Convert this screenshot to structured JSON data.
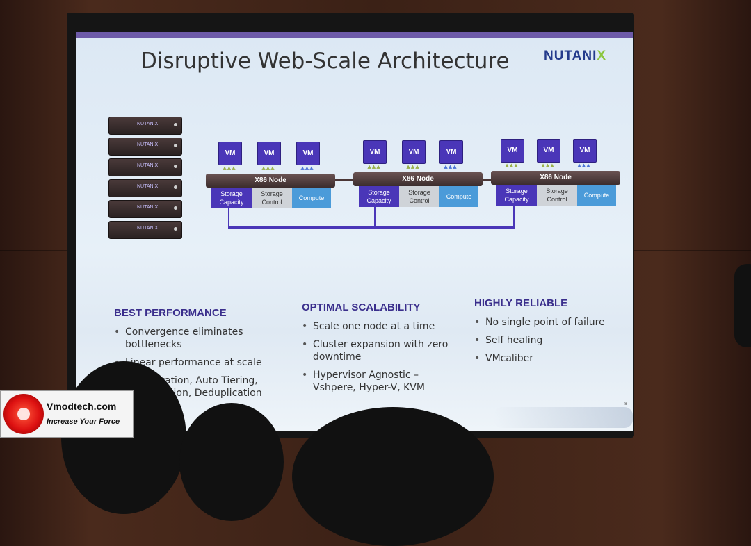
{
  "slide": {
    "title": "Disruptive Web-Scale Architecture",
    "logo": "NUTANI",
    "logo_x": "X",
    "server_brand": "NUTANIX",
    "page_number": "8"
  },
  "nodes": [
    {
      "vms": [
        "VM",
        "VM",
        "VM"
      ],
      "label": "X86 Node",
      "cells": {
        "capacity": "Storage Capacity",
        "control": "Storage Control",
        "compute": "Compute"
      }
    },
    {
      "vms": [
        "VM",
        "VM",
        "VM"
      ],
      "label": "X86 Node",
      "cells": {
        "capacity": "Storage Capacity",
        "control": "Storage Control",
        "compute": "Compute"
      }
    },
    {
      "vms": [
        "VM",
        "VM",
        "VM"
      ],
      "label": "X86 Node",
      "cells": {
        "capacity": "Storage Capacity",
        "control": "Storage Control",
        "compute": "Compute"
      }
    }
  ],
  "columns": [
    {
      "heading": "BEST PERFORMANCE",
      "items": [
        "Convergence eliminates bottlenecks",
        "Linear performance at scale",
        "Virtualization, Auto Tiering, Compression, Deduplication"
      ]
    },
    {
      "heading": "OPTIMAL SCALABILITY",
      "items": [
        "Scale one node at a time",
        "Cluster expansion with zero downtime",
        "Hypervisor Agnostic – Vshpere, Hyper-V, KVM"
      ]
    },
    {
      "heading": "HIGHLY RELIABLE",
      "items": [
        "No single point of failure",
        "Self healing",
        "VMcaliber"
      ]
    }
  ],
  "watermark": {
    "title": "Vmodtech.com",
    "tagline": "Increase Your Force"
  },
  "colors": {
    "vm": "#4a36b8",
    "compute": "#4b9bd9",
    "heading": "#3a2e8c",
    "logo": "#243b8c",
    "logo_accent": "#8cc63f"
  }
}
